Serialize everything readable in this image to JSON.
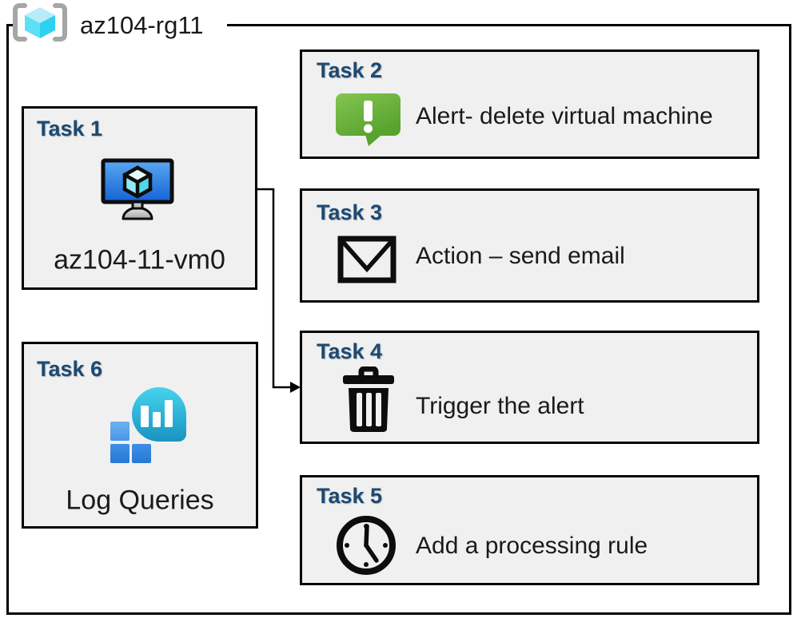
{
  "resource_group": {
    "name": "az104-rg11",
    "icon": "resource-group-icon"
  },
  "tasks": [
    {
      "title": "Task 1",
      "icon": "virtual-machine-icon",
      "text": "az104-11-vm0"
    },
    {
      "title": "Task 2",
      "icon": "alert-icon",
      "text": "Alert- delete virtual machine"
    },
    {
      "title": "Task 3",
      "icon": "email-icon",
      "text": "Action – send email"
    },
    {
      "title": "Task 4",
      "icon": "trash-icon",
      "text": "Trigger the alert"
    },
    {
      "title": "Task 5",
      "icon": "clock-icon",
      "text": "Add a processing rule"
    },
    {
      "title": "Task 6",
      "icon": "log-analytics-icon",
      "text": "Log Queries"
    }
  ],
  "connector": {
    "from": "Task 1 virtual machine",
    "to": "Task 4",
    "style": "elbow-arrow"
  },
  "colors": {
    "task_title_blue": "#1b4a73",
    "box_fill": "#f0f0f0",
    "box_border": "#000000",
    "alert_green": "#6fbe3b",
    "vm_screen_blue": "#2e7fe0",
    "log_bubble_teal": "#2fb9dc",
    "log_square_blue": "#2e80db",
    "rg_cube_cyan": "#50dcf4",
    "bracket_gray": "#a6a6a6"
  }
}
